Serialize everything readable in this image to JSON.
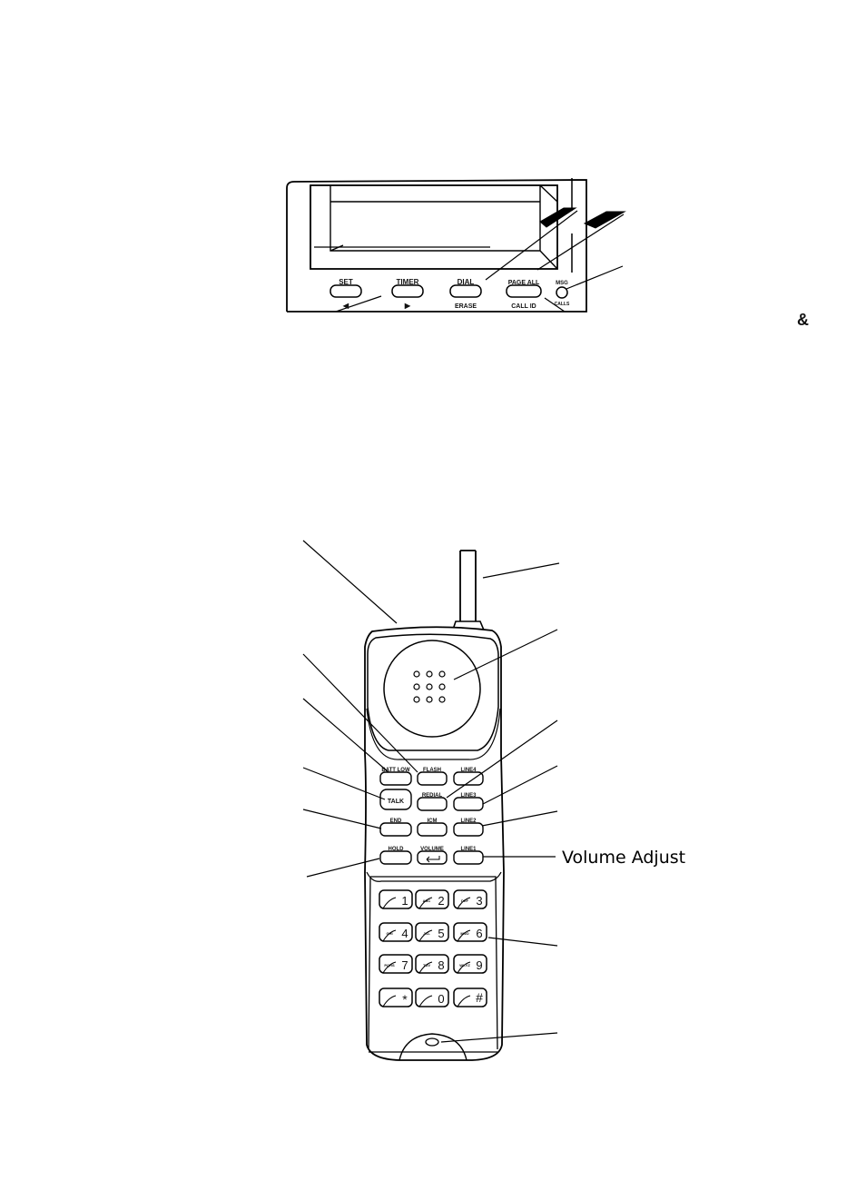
{
  "base": {
    "buttons": [
      {
        "label": "SET",
        "sub": "◀"
      },
      {
        "label": "TIMER",
        "sub": "▶"
      },
      {
        "label": "DIAL",
        "sub": "ERASE"
      },
      {
        "label": "PAGE ALL",
        "sub": "CALL ID"
      }
    ],
    "msg_label": "MSG",
    "calls_label": "CALLS"
  },
  "ampersand": "&",
  "handset": {
    "function_keys": [
      [
        "BATT LOW",
        "FLASH",
        "LINE4"
      ],
      [
        "TALK",
        "REDIAL",
        "LINE3"
      ],
      [
        "END",
        "ICM",
        "LINE2"
      ],
      [
        "HOLD",
        "VOLUME",
        "LINE1"
      ]
    ],
    "dial_keys": [
      {
        "letters": "",
        "digit": "1"
      },
      {
        "letters": "ABC",
        "digit": "2"
      },
      {
        "letters": "DEF",
        "digit": "3"
      },
      {
        "letters": "GHI",
        "digit": "4"
      },
      {
        "letters": "JKL",
        "digit": "5"
      },
      {
        "letters": "MNO",
        "digit": "6"
      },
      {
        "letters": "PQRS",
        "digit": "7"
      },
      {
        "letters": "TUV",
        "digit": "8"
      },
      {
        "letters": "WXYZ",
        "digit": "9"
      },
      {
        "letters": "",
        "digit": "*"
      },
      {
        "letters": "",
        "digit": "0"
      },
      {
        "letters": "",
        "digit": "#"
      }
    ]
  },
  "callouts": {
    "volume_adjust": "Volume Adjust"
  }
}
